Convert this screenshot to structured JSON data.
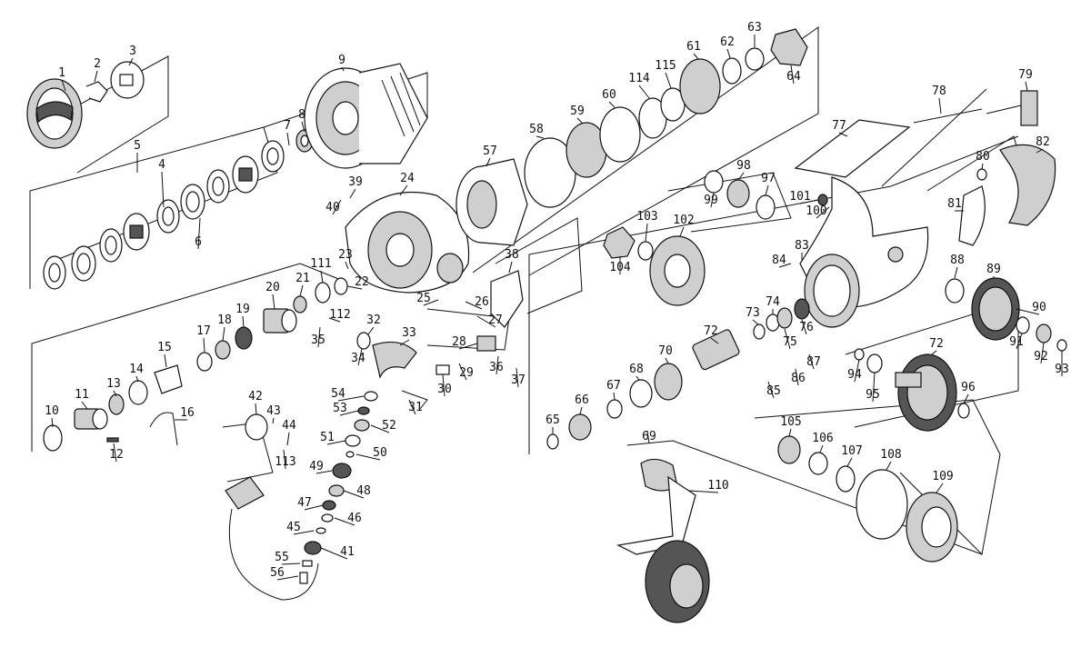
{
  "labels": [
    {
      "id": "1",
      "text": "1"
    },
    {
      "id": "2",
      "text": "2"
    },
    {
      "id": "3",
      "text": "3"
    },
    {
      "id": "4",
      "text": "4"
    },
    {
      "id": "5",
      "text": "5"
    },
    {
      "id": "6",
      "text": "6"
    },
    {
      "id": "7",
      "text": "7"
    },
    {
      "id": "8",
      "text": "8"
    },
    {
      "id": "9",
      "text": "9"
    },
    {
      "id": "10",
      "text": "10"
    },
    {
      "id": "11",
      "text": "11"
    },
    {
      "id": "12",
      "text": "12"
    },
    {
      "id": "13",
      "text": "13"
    },
    {
      "id": "14",
      "text": "14"
    },
    {
      "id": "15",
      "text": "15"
    },
    {
      "id": "16",
      "text": "16"
    },
    {
      "id": "17",
      "text": "17"
    },
    {
      "id": "18",
      "text": "18"
    },
    {
      "id": "19",
      "text": "19"
    },
    {
      "id": "20",
      "text": "20"
    },
    {
      "id": "21",
      "text": "21"
    },
    {
      "id": "22",
      "text": "22"
    },
    {
      "id": "23",
      "text": "23"
    },
    {
      "id": "24",
      "text": "24"
    },
    {
      "id": "25",
      "text": "25"
    },
    {
      "id": "26",
      "text": "26"
    },
    {
      "id": "27",
      "text": "27"
    },
    {
      "id": "28",
      "text": "28"
    },
    {
      "id": "29",
      "text": "29"
    },
    {
      "id": "30",
      "text": "30"
    },
    {
      "id": "31",
      "text": "31"
    },
    {
      "id": "32",
      "text": "32"
    },
    {
      "id": "33",
      "text": "33"
    },
    {
      "id": "34",
      "text": "34"
    },
    {
      "id": "35",
      "text": "35"
    },
    {
      "id": "36",
      "text": "36"
    },
    {
      "id": "37",
      "text": "37"
    },
    {
      "id": "38",
      "text": "38"
    },
    {
      "id": "39",
      "text": "39"
    },
    {
      "id": "40",
      "text": "40"
    },
    {
      "id": "41",
      "text": "41"
    },
    {
      "id": "42",
      "text": "42"
    },
    {
      "id": "43",
      "text": "43"
    },
    {
      "id": "44",
      "text": "44"
    },
    {
      "id": "45",
      "text": "45"
    },
    {
      "id": "46",
      "text": "46"
    },
    {
      "id": "47",
      "text": "47"
    },
    {
      "id": "48",
      "text": "48"
    },
    {
      "id": "49",
      "text": "49"
    },
    {
      "id": "50",
      "text": "50"
    },
    {
      "id": "51",
      "text": "51"
    },
    {
      "id": "52",
      "text": "52"
    },
    {
      "id": "53",
      "text": "53"
    },
    {
      "id": "54",
      "text": "54"
    },
    {
      "id": "55",
      "text": "55"
    },
    {
      "id": "56",
      "text": "56"
    },
    {
      "id": "57",
      "text": "57"
    },
    {
      "id": "58",
      "text": "58"
    },
    {
      "id": "59",
      "text": "59"
    },
    {
      "id": "60",
      "text": "60"
    },
    {
      "id": "61",
      "text": "61"
    },
    {
      "id": "62",
      "text": "62"
    },
    {
      "id": "63",
      "text": "63"
    },
    {
      "id": "64",
      "text": "64"
    },
    {
      "id": "65",
      "text": "65"
    },
    {
      "id": "66",
      "text": "66"
    },
    {
      "id": "67",
      "text": "67"
    },
    {
      "id": "68",
      "text": "68"
    },
    {
      "id": "69",
      "text": "69"
    },
    {
      "id": "70",
      "text": "70"
    },
    {
      "id": "72a",
      "text": "72"
    },
    {
      "id": "72b",
      "text": "72"
    },
    {
      "id": "73",
      "text": "73"
    },
    {
      "id": "74",
      "text": "74"
    },
    {
      "id": "75",
      "text": "75"
    },
    {
      "id": "76",
      "text": "76"
    },
    {
      "id": "77",
      "text": "77"
    },
    {
      "id": "78",
      "text": "78"
    },
    {
      "id": "79",
      "text": "79"
    },
    {
      "id": "80",
      "text": "80"
    },
    {
      "id": "81",
      "text": "81"
    },
    {
      "id": "82",
      "text": "82"
    },
    {
      "id": "83",
      "text": "83"
    },
    {
      "id": "84",
      "text": "84"
    },
    {
      "id": "85",
      "text": "85"
    },
    {
      "id": "86",
      "text": "86"
    },
    {
      "id": "87",
      "text": "87"
    },
    {
      "id": "88",
      "text": "88"
    },
    {
      "id": "89",
      "text": "89"
    },
    {
      "id": "90",
      "text": "90"
    },
    {
      "id": "91",
      "text": "91"
    },
    {
      "id": "92",
      "text": "92"
    },
    {
      "id": "93",
      "text": "93"
    },
    {
      "id": "94",
      "text": "94"
    },
    {
      "id": "95",
      "text": "95"
    },
    {
      "id": "96",
      "text": "96"
    },
    {
      "id": "97",
      "text": "97"
    },
    {
      "id": "98",
      "text": "98"
    },
    {
      "id": "99",
      "text": "99"
    },
    {
      "id": "100",
      "text": "100"
    },
    {
      "id": "101",
      "text": "101"
    },
    {
      "id": "102",
      "text": "102"
    },
    {
      "id": "103",
      "text": "103"
    },
    {
      "id": "104",
      "text": "104"
    },
    {
      "id": "105",
      "text": "105"
    },
    {
      "id": "106",
      "text": "106"
    },
    {
      "id": "107",
      "text": "107"
    },
    {
      "id": "108",
      "text": "108"
    },
    {
      "id": "109",
      "text": "109"
    },
    {
      "id": "110",
      "text": "110"
    },
    {
      "id": "111",
      "text": "111"
    },
    {
      "id": "112",
      "text": "112"
    },
    {
      "id": "113",
      "text": "113"
    },
    {
      "id": "114",
      "text": "114"
    },
    {
      "id": "115",
      "text": "115"
    }
  ]
}
